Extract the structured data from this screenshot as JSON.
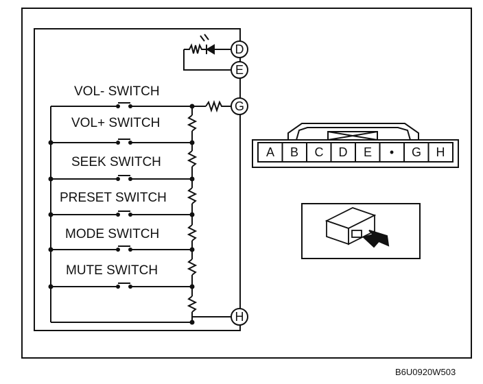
{
  "switches": [
    {
      "label": "VOL- SWITCH"
    },
    {
      "label": "VOL+ SWITCH"
    },
    {
      "label": "SEEK SWITCH"
    },
    {
      "label": "PRESET SWITCH"
    },
    {
      "label": "MODE SWITCH"
    },
    {
      "label": "MUTE SWITCH"
    }
  ],
  "terminals": {
    "d": "D",
    "e": "E",
    "g": "G",
    "h": "H"
  },
  "connector": {
    "pins": [
      "A",
      "B",
      "C",
      "D",
      "E",
      "•",
      "G",
      "H"
    ]
  },
  "figure_code": "B6U0920W503",
  "colors": {
    "line": "#111111",
    "background": "#ffffff"
  }
}
